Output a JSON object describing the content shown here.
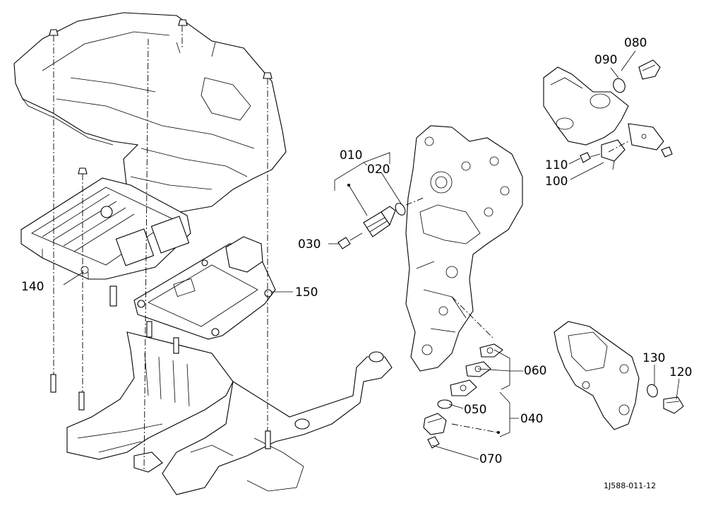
{
  "labels": {
    "p010": "010",
    "p020": "020",
    "p030": "030",
    "p040": "040",
    "p050": "050",
    "p060": "060",
    "p070": "070",
    "p080": "080",
    "p090": "090",
    "p100": "100",
    "p110": "110",
    "p120": "120",
    "p130": "130",
    "p140": "140",
    "p150": "150"
  },
  "figure_code": "1J588-011-12"
}
